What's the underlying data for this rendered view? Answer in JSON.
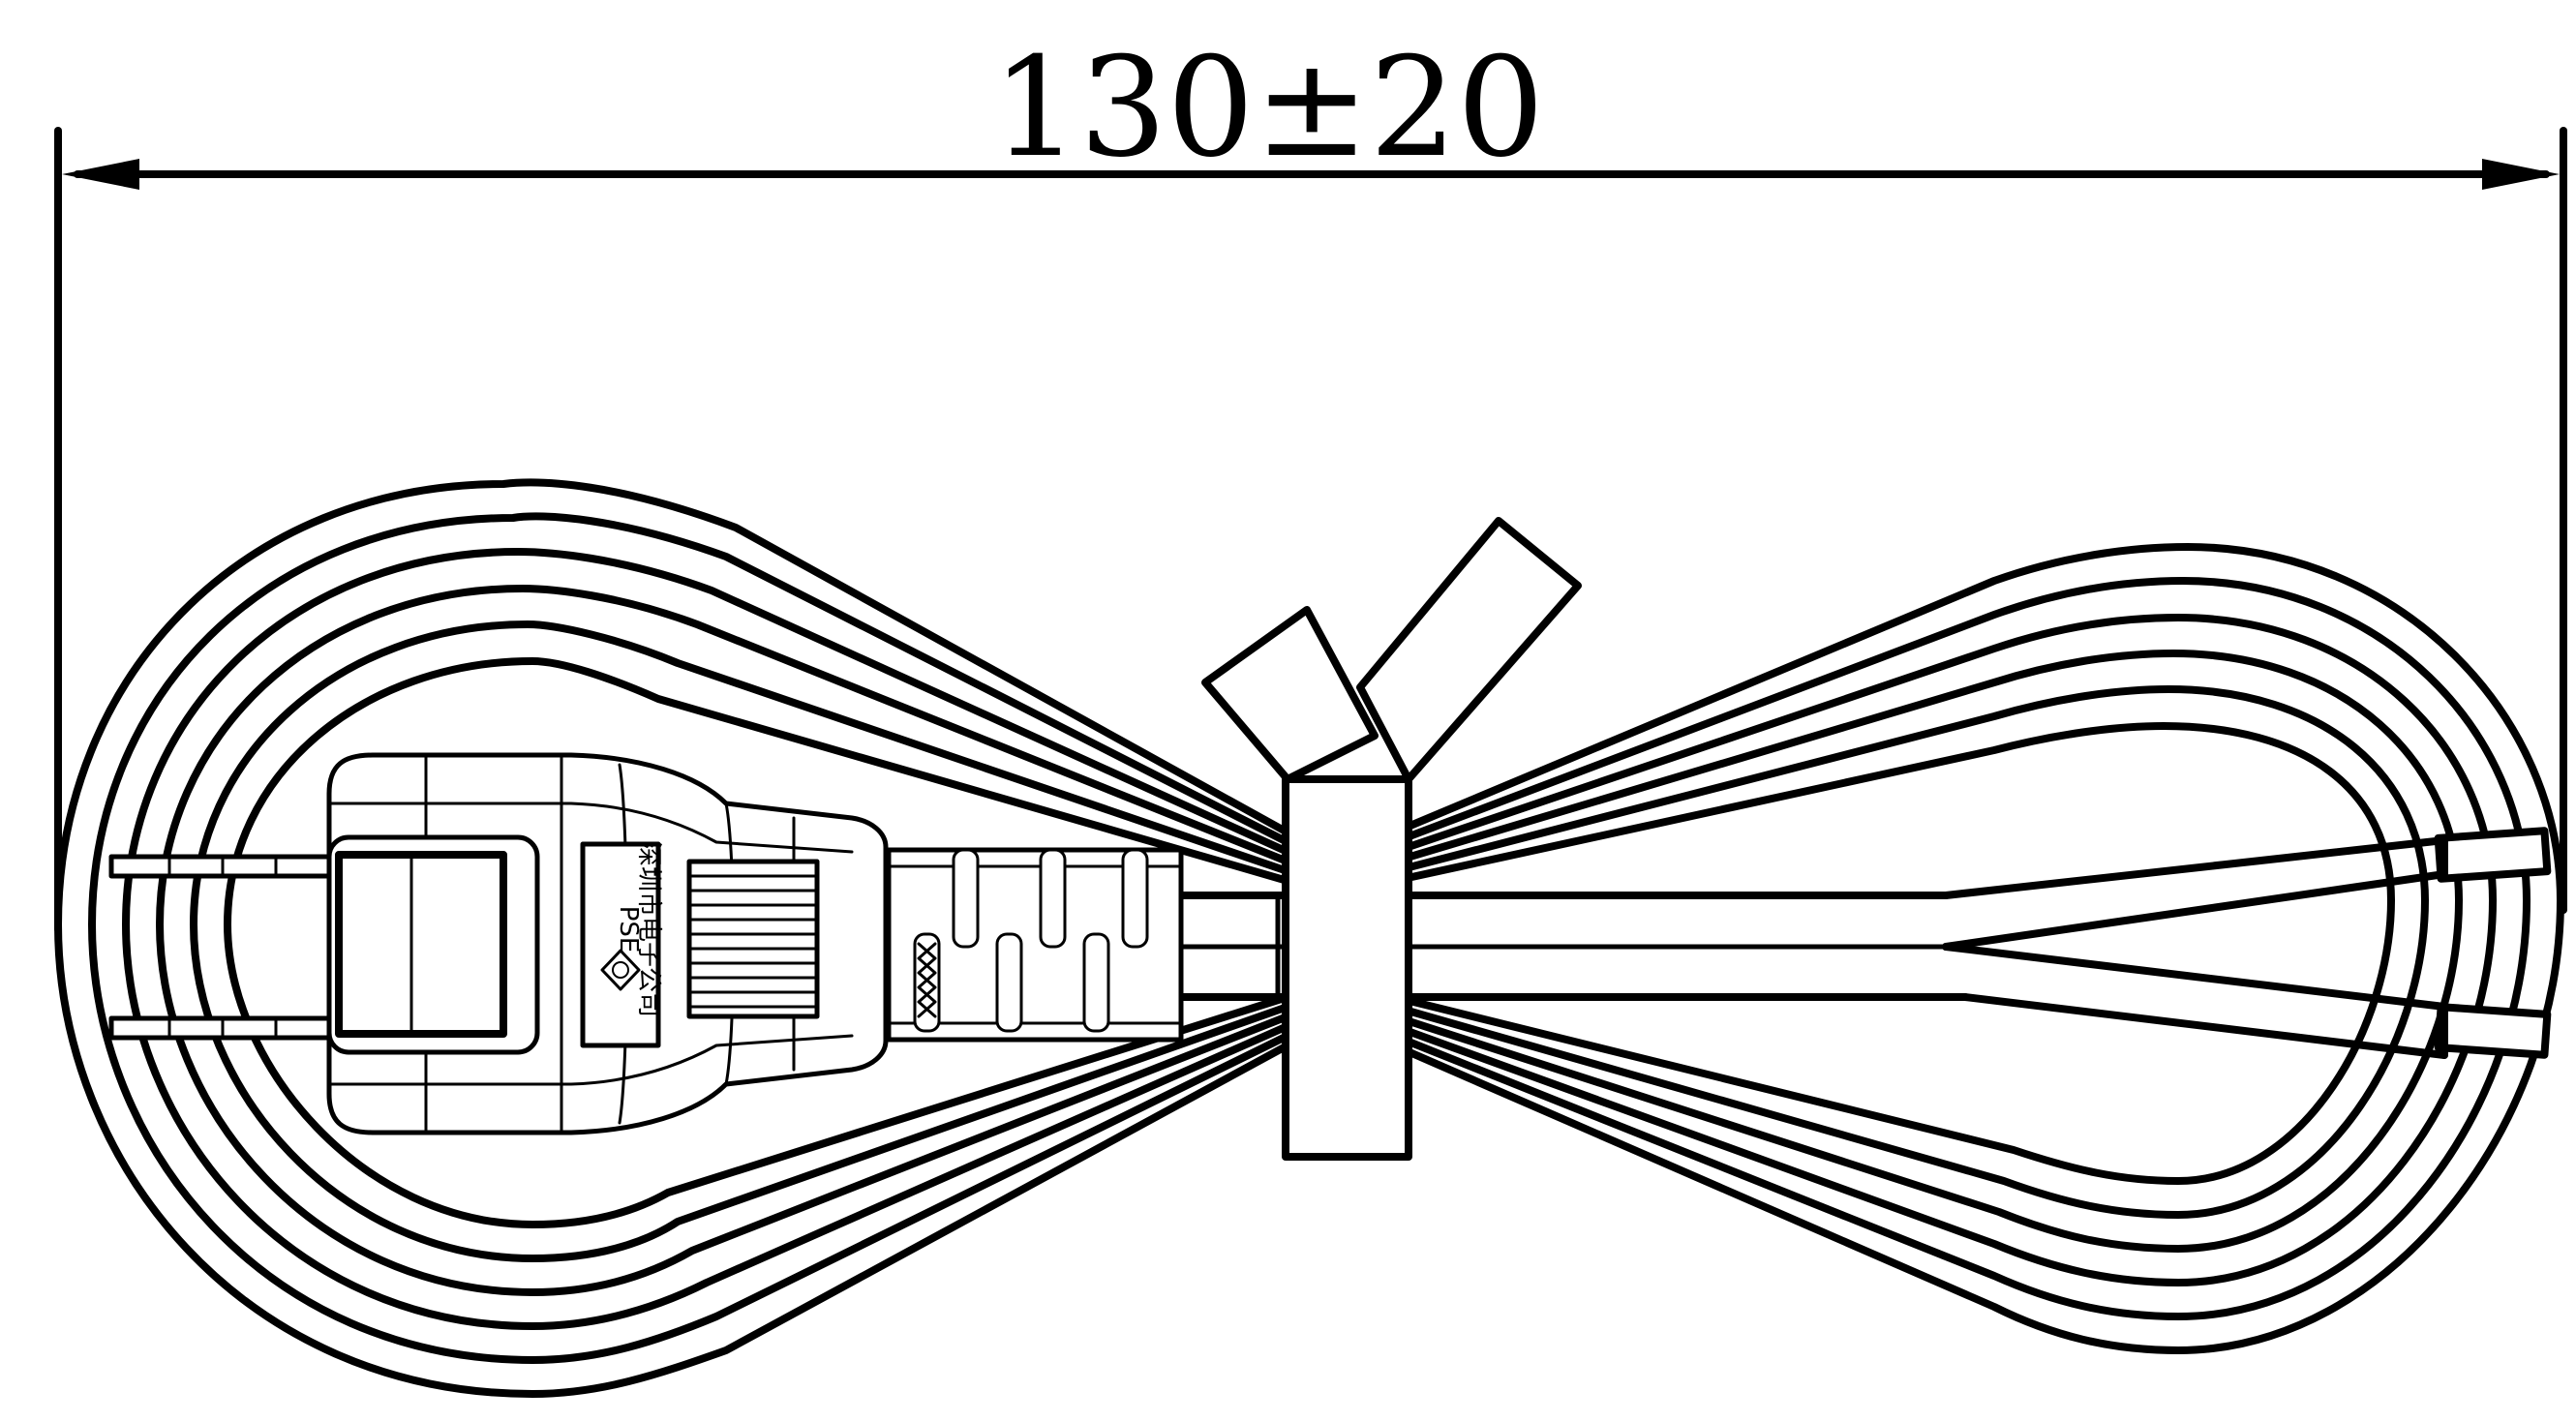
{
  "dimension": {
    "label": "130±20"
  },
  "plug_label": {
    "mark": "PSE",
    "text": "深圳市电子公司"
  },
  "colors": {
    "line": "#000000",
    "background": "#ffffff"
  },
  "icons": {
    "certification_mark": "diamond-pse-mark-icon"
  }
}
